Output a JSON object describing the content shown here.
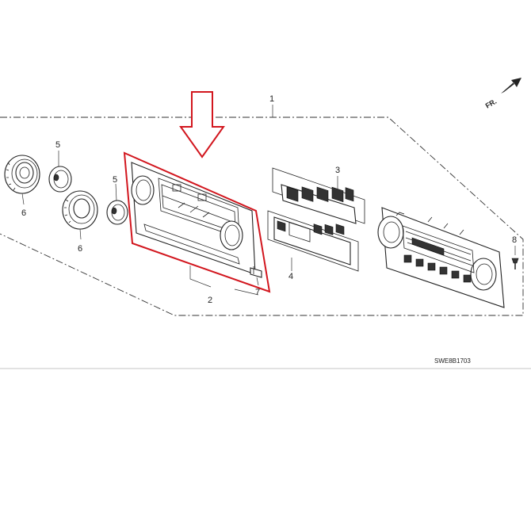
{
  "callouts": {
    "c1": "1",
    "c2": "2",
    "c3": "3",
    "c4": "4",
    "c5a": "5",
    "c5b": "5",
    "c6a": "6",
    "c6b": "6",
    "c7": "7",
    "c8": "8"
  },
  "front_label": "FR.",
  "diagram_code": "SWE8B1703",
  "colors": {
    "highlight": "#d2161e",
    "line": "#222222",
    "background": "#ffffff"
  },
  "icons": [
    "down-arrow-indicator",
    "front-direction-arrow"
  ]
}
